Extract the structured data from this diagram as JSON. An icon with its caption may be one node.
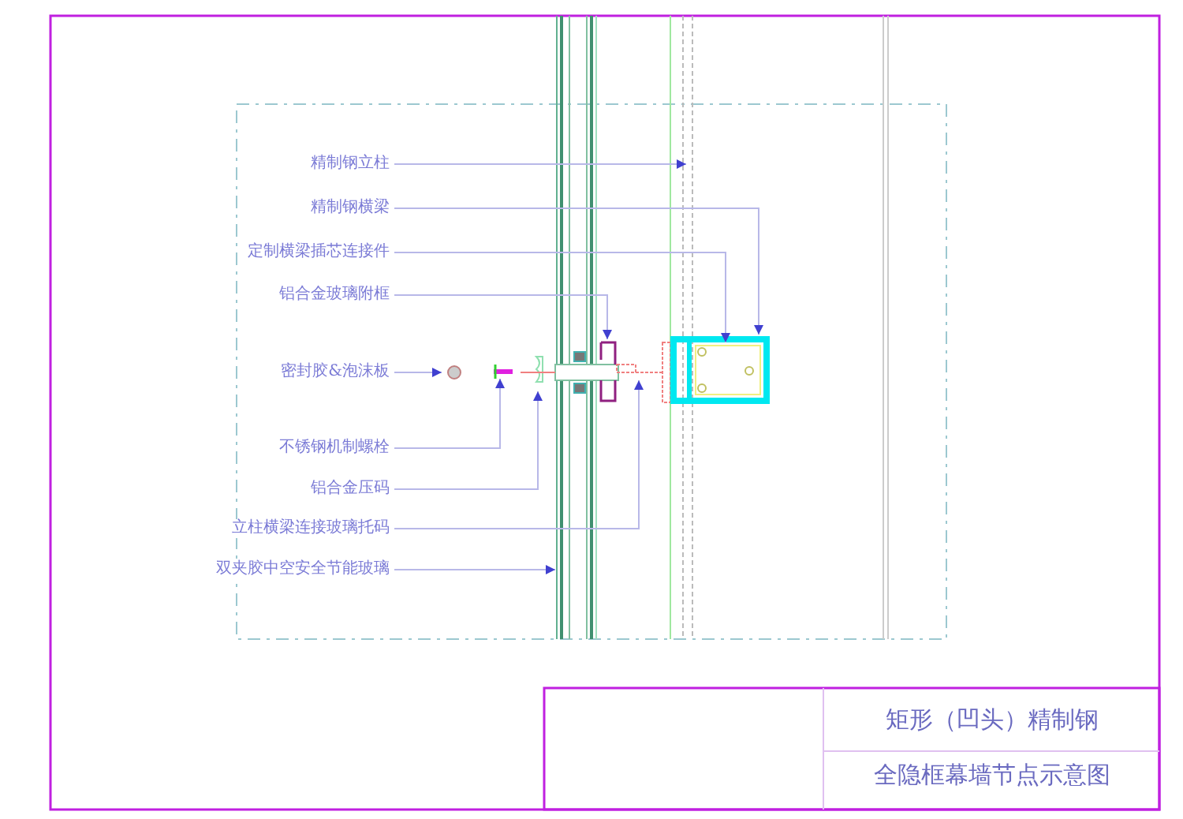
{
  "diagram": {
    "nodes": [
      {
        "text": [
          "精制钢立柱"
        ]
      },
      {
        "text": [
          "精制钢横梁"
        ]
      },
      {
        "text": [
          "定制横梁插芯连接件"
        ]
      },
      {
        "text": [
          "铝合金玻璃附框"
        ]
      },
      {
        "text": [
          "密封胶&泡沫板"
        ]
      },
      {
        "text": [
          "不锈钢机制螺栓"
        ]
      },
      {
        "text": [
          "铝合金压码"
        ]
      },
      {
        "text": [
          "立柱横梁连接玻璃托码"
        ]
      },
      {
        "text": [
          "双夹胶中空安全节能玻璃"
        ]
      }
    ],
    "edges": [
      {
        "from": 0,
        "to": null,
        "arrow": "to"
      },
      {
        "from": 1,
        "to": null,
        "arrow": "to"
      },
      {
        "from": 2,
        "to": null,
        "arrow": "to"
      },
      {
        "from": 3,
        "to": null,
        "arrow": "to"
      },
      {
        "from": 4,
        "to": null,
        "arrow": "to"
      },
      {
        "from": 5,
        "to": null,
        "arrow": "to"
      },
      {
        "from": 6,
        "to": null,
        "arrow": "to"
      },
      {
        "from": 7,
        "to": null,
        "arrow": "to"
      },
      {
        "from": 8,
        "to": null,
        "arrow": "to"
      }
    ],
    "labels": [
      "矩形（凹头）精制钢",
      "全隐框幕墙节点示意图"
    ]
  }
}
